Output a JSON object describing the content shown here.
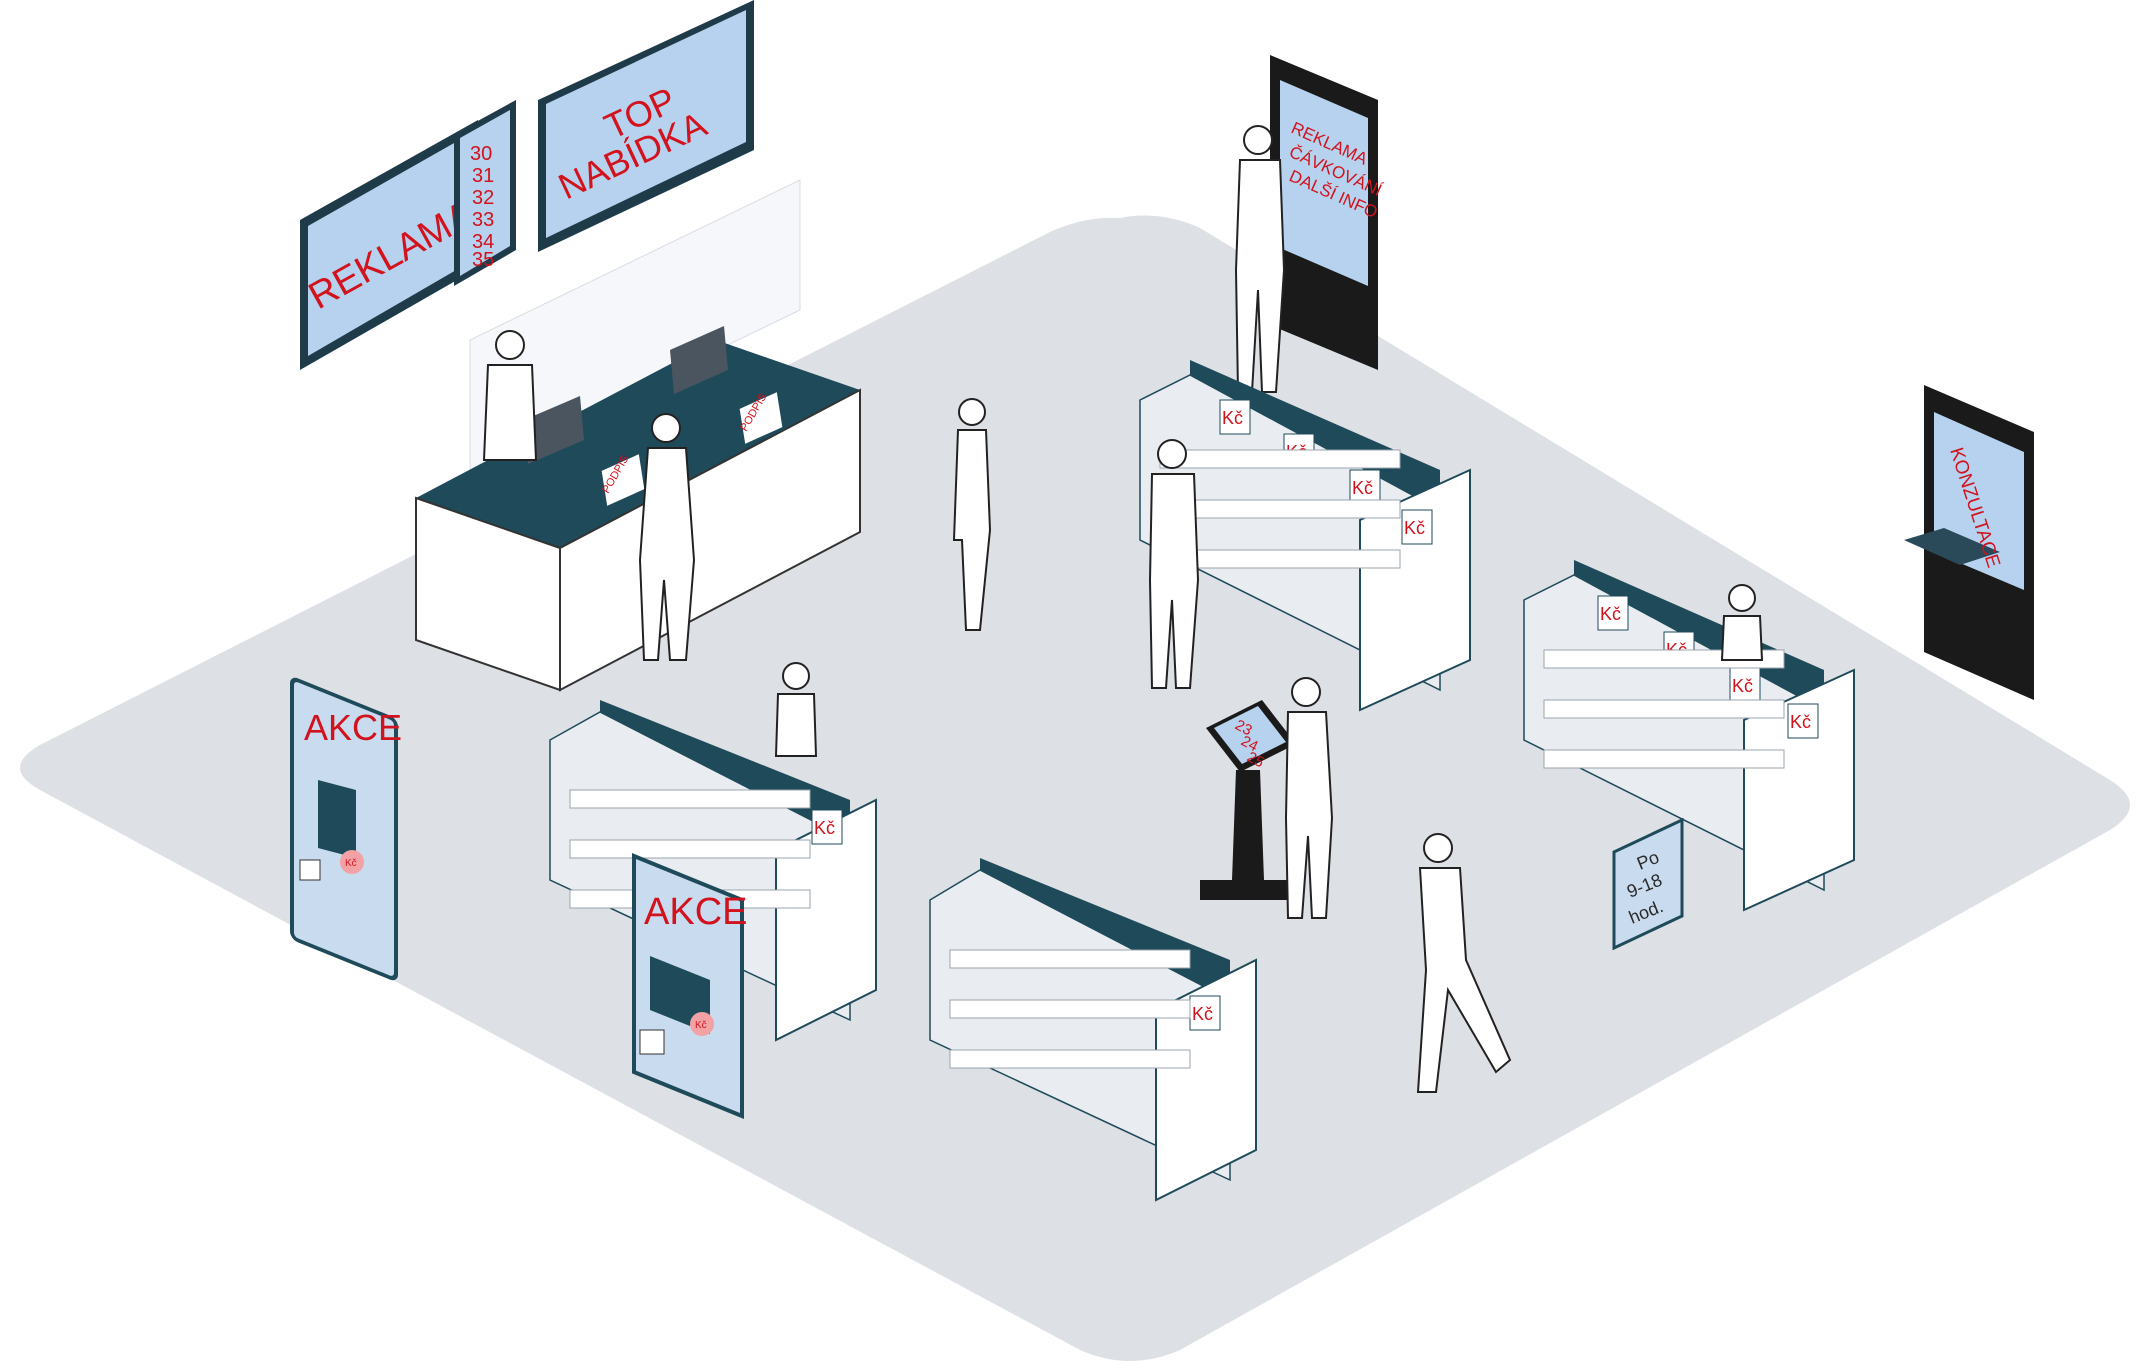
{
  "signs": {
    "reklama_wall": "REKLAMA",
    "queue_numbers": [
      "30",
      "31",
      "32",
      "33",
      "34",
      "35"
    ],
    "top_offer_line1": "TOP",
    "top_offer_line2": "NABÍDKA",
    "totem_lines": [
      "REKLAMA",
      "ČÁVKOVÁNÍ",
      "DALŠÍ INFO"
    ],
    "konzultace": "KONZULTACE",
    "akce": "AKCE",
    "currency": "Kč",
    "kiosk_numbers": [
      "23",
      "24",
      "25"
    ],
    "hours_line1": "Po",
    "hours_line2": "9-18",
    "hours_line3": "hod.",
    "podpis": "PODPIS"
  },
  "colors": {
    "floor": "#dde0e5",
    "accent_red": "#d2121c",
    "screen_blue": "#b7d2ee",
    "shelf_teal": "#1f4a5a",
    "totem_black": "#1a1a1a"
  }
}
